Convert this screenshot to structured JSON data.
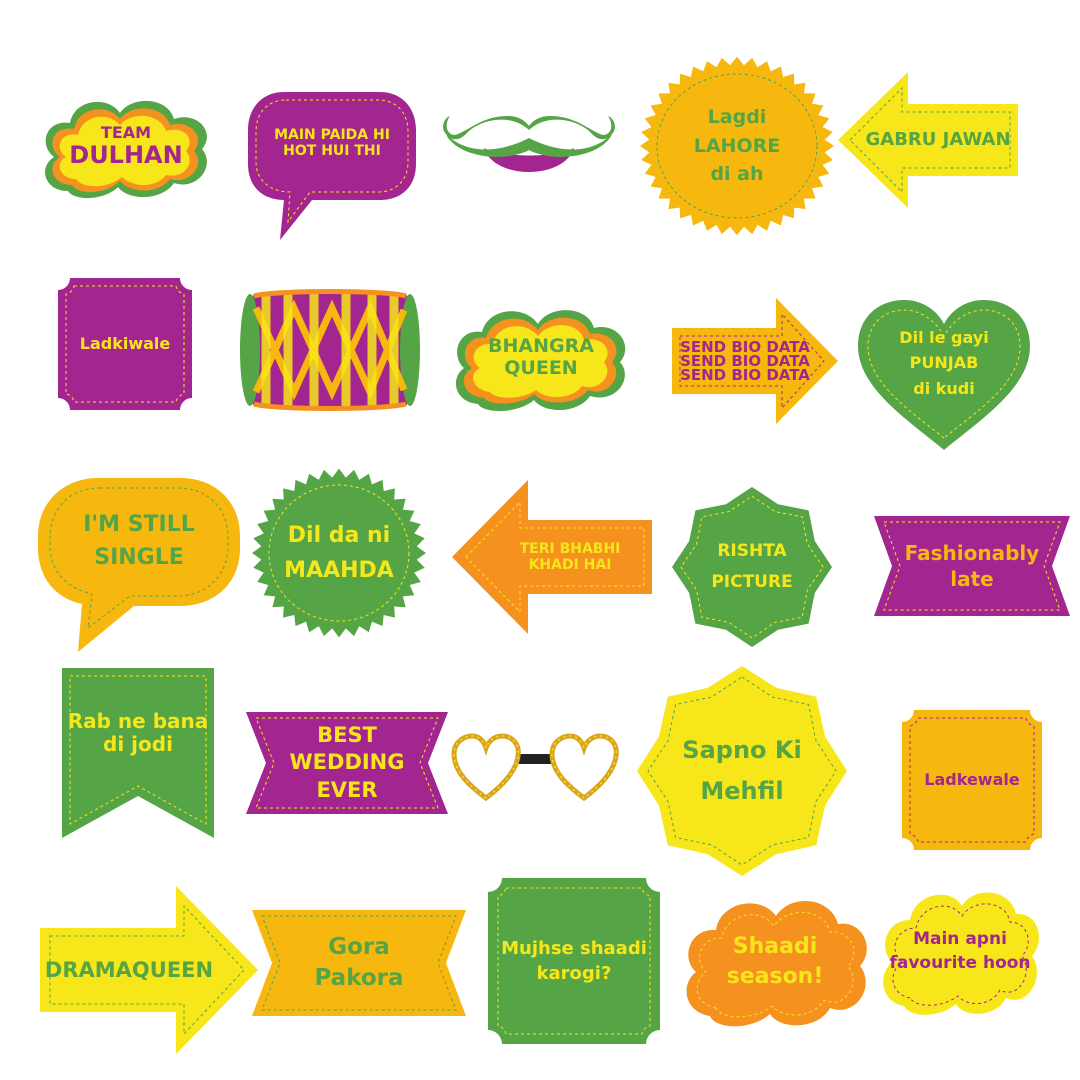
{
  "colors": {
    "purple": "#a3258f",
    "green": "#55a446",
    "yellow": "#f7e619",
    "amber": "#f6b80f",
    "orange": "#f5911e",
    "gold": "#d9a520"
  },
  "props": {
    "team_dulhan": [
      "TEAM",
      "DULHAN"
    ],
    "main_paida": [
      "MAIN PAIDA HI",
      "HOT HUI THI"
    ],
    "lagdi_lahore": [
      "Lagdi",
      "LAHORE",
      "di ah"
    ],
    "gabru_jawan": [
      "GABRU JAWAN"
    ],
    "ladkiwale": [
      "Ladkiwale"
    ],
    "bhangra_queen": [
      "BHANGRA",
      "QUEEN"
    ],
    "send_bio_data": [
      "SEND BIO DATA",
      "SEND BIO DATA",
      "SEND BIO DATA"
    ],
    "dil_le_gayi": [
      "Dil le gayi",
      "PUNJAB",
      "di kudi"
    ],
    "im_still_single": [
      "I'M STILL",
      "SINGLE"
    ],
    "dil_da_ni_maahda": [
      "Dil da ni",
      "MAAHDA"
    ],
    "teri_bhabhi": [
      "TERI BHABHI",
      "KHADI HAI"
    ],
    "rishta_picture": [
      "RISHTA",
      "PICTURE"
    ],
    "fashionably_late": [
      "Fashionably",
      "late"
    ],
    "rab_ne_bana": [
      "Rab ne bana",
      "di jodi"
    ],
    "best_wedding_ever": [
      "BEST",
      "WEDDING",
      "EVER"
    ],
    "sapno_ki_mehfil": [
      "Sapno Ki",
      "Mehfil"
    ],
    "ladkewale": [
      "Ladkewale"
    ],
    "dramaqueen": [
      "DRAMAQUEEN"
    ],
    "gora_pakora": [
      "Gora",
      "Pakora"
    ],
    "mujhse_shaadi": [
      "Mujhse shaadi",
      "karogi?"
    ],
    "shaadi_season": [
      "Shaadi",
      "season!"
    ],
    "main_apni": [
      "Main apni",
      "favourite hoon"
    ]
  },
  "icons": [
    "mustache-lips-icon",
    "dhol-drum-icon",
    "heart-glasses-icon"
  ]
}
